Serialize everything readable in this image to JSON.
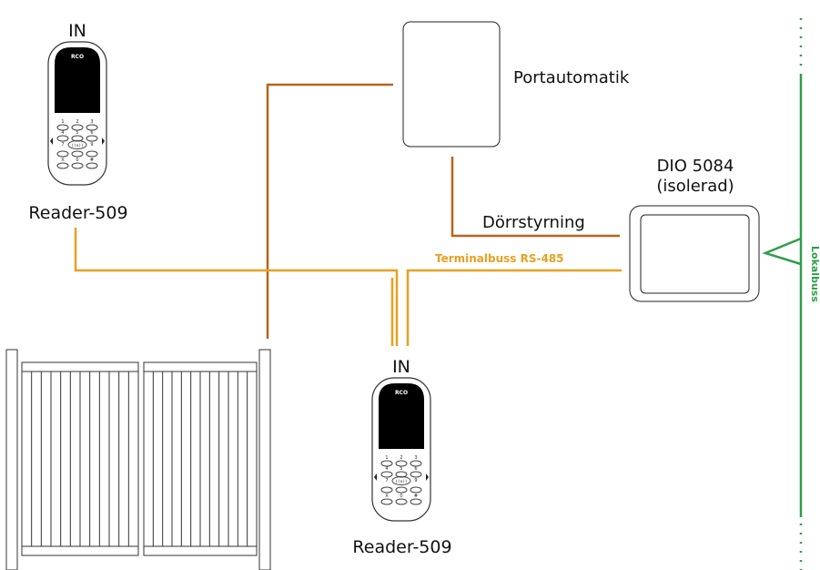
{
  "reader_top": {
    "direction": "IN",
    "brand": "RCO",
    "name": "Reader-509"
  },
  "reader_bottom": {
    "direction": "IN",
    "brand": "RCO",
    "name": "Reader-509"
  },
  "keypad": {
    "row1": [
      "1",
      "2",
      "3"
    ],
    "row2": [
      "4",
      "5",
      "6"
    ],
    "row3": [
      "7",
      "9"
    ],
    "row4": [
      "X",
      "0",
      "#"
    ],
    "center": "((o))"
  },
  "portautomatik": {
    "label": "Portautomatik"
  },
  "dio": {
    "line1": "DIO 5084",
    "line2": "(isolerad)"
  },
  "wires": {
    "door_control": "Dörrstyrning",
    "terminal_bus": "Terminalbuss RS-485",
    "local_bus": "Lokalbuss"
  },
  "colors": {
    "door_wire": "#b5651d",
    "terminal_bus": "#e8a020",
    "local_bus": "#2e9e4a"
  }
}
